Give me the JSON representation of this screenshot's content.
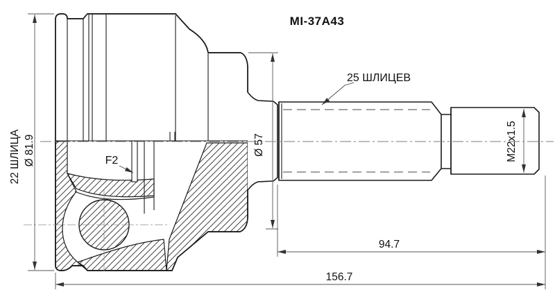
{
  "drawing": {
    "part_number": "MI-37A43",
    "type": "cv-joint-outer-technical-drawing",
    "labels": {
      "outer_splines": "25 ШЛИЦЕВ",
      "inner_splines": "22 ШЛИЦА",
      "body_diameter": "Ø 81.9",
      "step_diameter": "Ø 57",
      "snap_ring_groove": "F2",
      "thread_spec": "M22x1.5"
    },
    "dimensions": {
      "shaft_length_mm": "94.7",
      "total_length_mm": "156.7"
    },
    "colors": {
      "background": "#ffffff",
      "outline": "#1a1a1a",
      "dimension_line": "#555555",
      "centerline": "#7a7a7a"
    }
  }
}
